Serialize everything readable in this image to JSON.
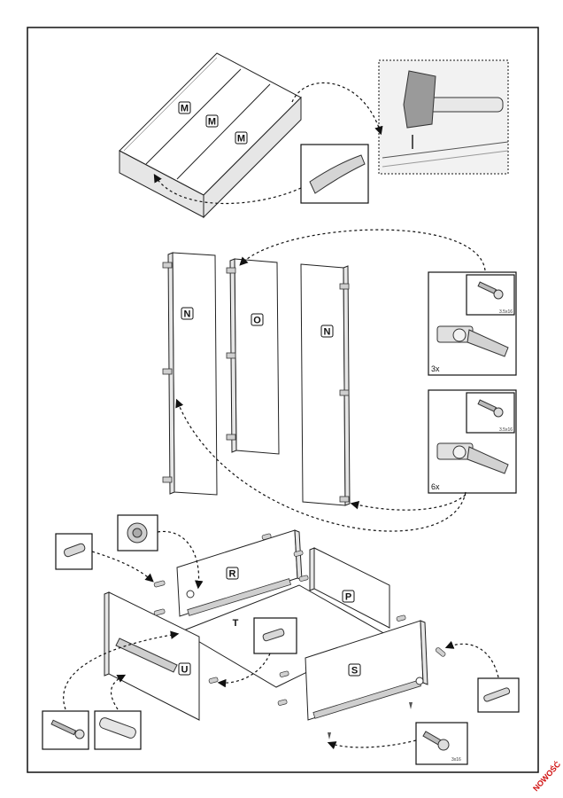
{
  "panel_labels": {
    "m1": "M",
    "m2": "M",
    "m3": "M",
    "n_left": "N",
    "o": "O",
    "n_right": "N",
    "r": "R",
    "p": "P",
    "t": "T",
    "u": "U",
    "s": "S"
  },
  "hinge_kits": [
    {
      "qty": "3x",
      "screw_size": "3.5x16"
    },
    {
      "qty": "6x",
      "screw_size": "3.5x16"
    }
  ],
  "bottom_screw_size": "3x16",
  "stamp": "NOWOŚĆ"
}
